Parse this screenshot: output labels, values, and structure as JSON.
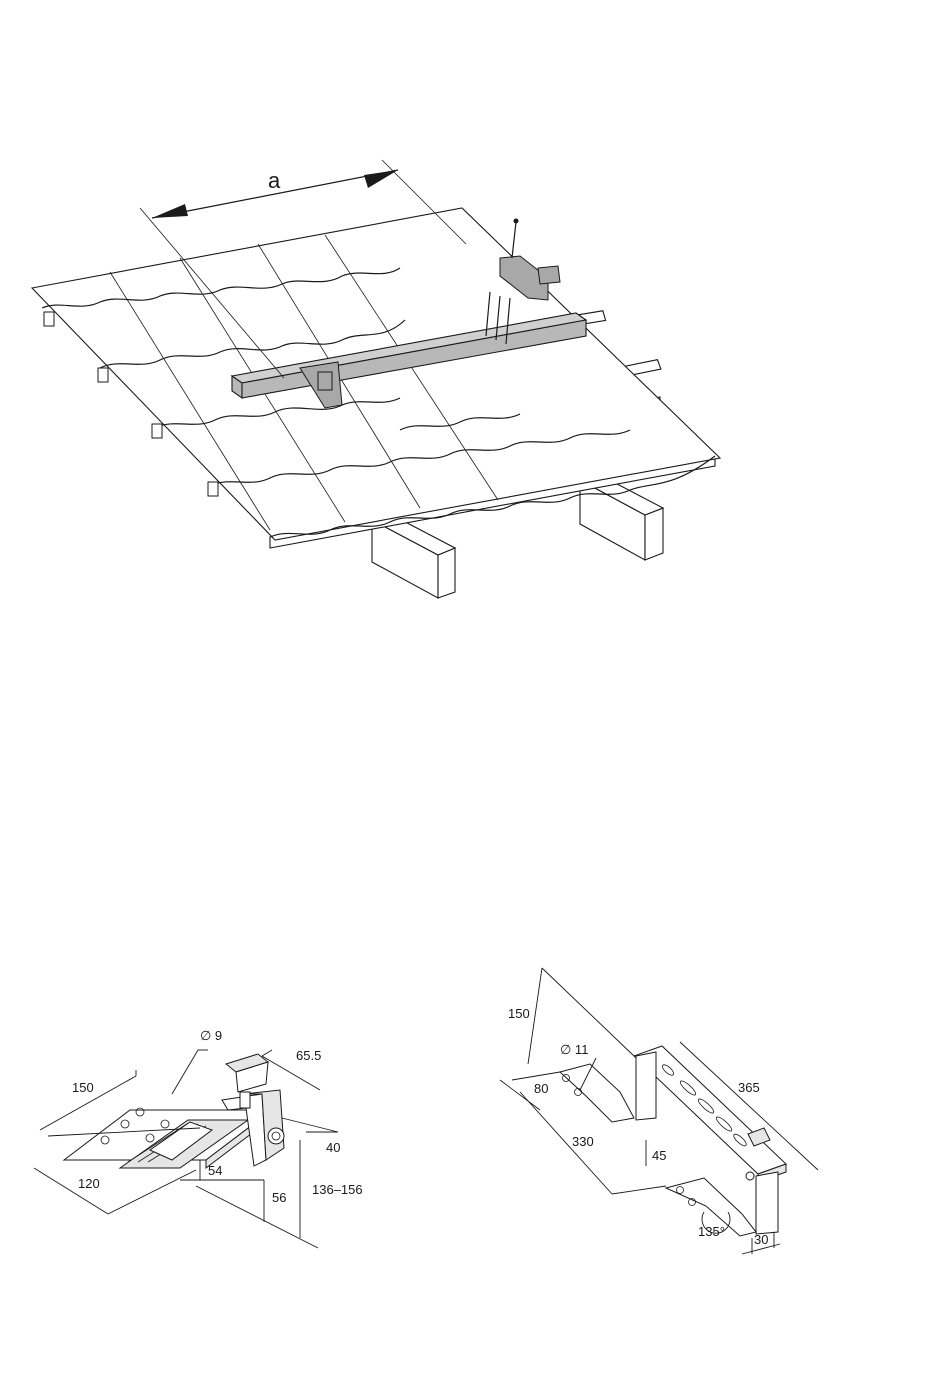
{
  "installation": {
    "spacing_label": "a"
  },
  "hook_left": {
    "diameter": "∅ 9",
    "dim_150": "150",
    "dim_120": "120",
    "dim_65_5": "65.5",
    "dim_40": "40",
    "dim_54": "54",
    "dim_56": "56",
    "dim_136_156": "136–156"
  },
  "hook_right": {
    "dim_150": "150",
    "diameter": "∅ 11",
    "dim_80": "80",
    "dim_330": "330",
    "dim_365": "365",
    "dim_45": "45",
    "angle": "135°",
    "dim_30": "30"
  }
}
